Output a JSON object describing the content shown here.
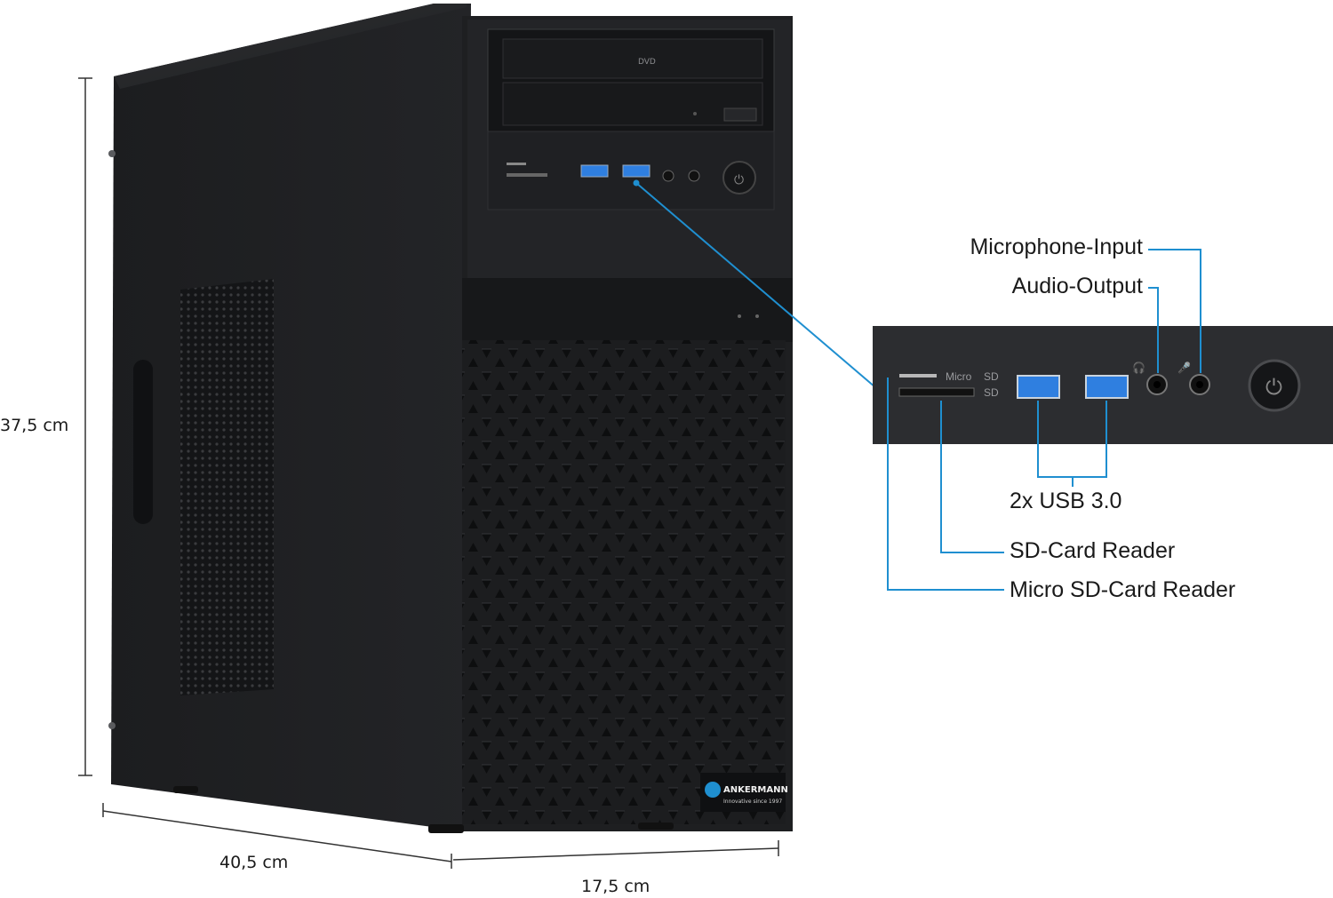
{
  "dimensions": {
    "height": "37,5 cm",
    "depth": "40,5 cm",
    "width": "17,5 cm"
  },
  "callouts": {
    "microphone_input": "Microphone-Input",
    "audio_output": "Audio-Output",
    "usb": "2x USB 3.0",
    "sd_reader": "SD-Card Reader",
    "micro_sd_reader": "Micro SD-Card Reader"
  },
  "front_panel": {
    "card_slot_micro": "Micro",
    "card_slot_sd": "SD"
  },
  "drive": {
    "label": "DVD"
  },
  "brand": {
    "name": "ANKERMANN",
    "tagline": "Innovative since 1997"
  },
  "colors": {
    "accent": "#1f8fd0",
    "usb_port": "#2f7fe0",
    "case": "#1b1c1e",
    "panel": "#2a2b2d"
  }
}
